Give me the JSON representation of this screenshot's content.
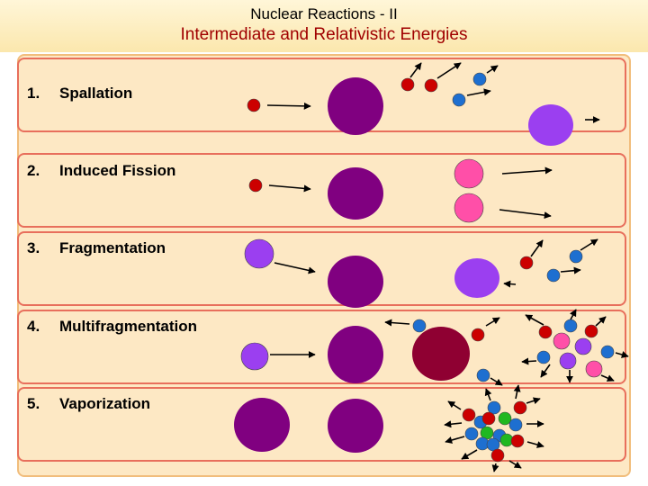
{
  "title": "Nuclear Reactions - II",
  "subtitle": "Intermediate and Relativistic Energies",
  "rows": [
    {
      "number": "1.",
      "label": "Spallation"
    },
    {
      "number": "2.",
      "label": "Induced Fission"
    },
    {
      "number": "3.",
      "label": "Fragmentation"
    },
    {
      "number": "4.",
      "label": "Multifragmentation"
    },
    {
      "number": "5.",
      "label": "Vaporization"
    }
  ],
  "colors": {
    "proton_red": "#cc0000",
    "neutron_blue": "#1e6fd0",
    "nucleus_purple": "#800080",
    "projectile_violet": "#9b3ff0",
    "fission_pink": "#ff4fa8",
    "excited_maroon": "#8f0032",
    "fragment_green": "#20b820"
  }
}
